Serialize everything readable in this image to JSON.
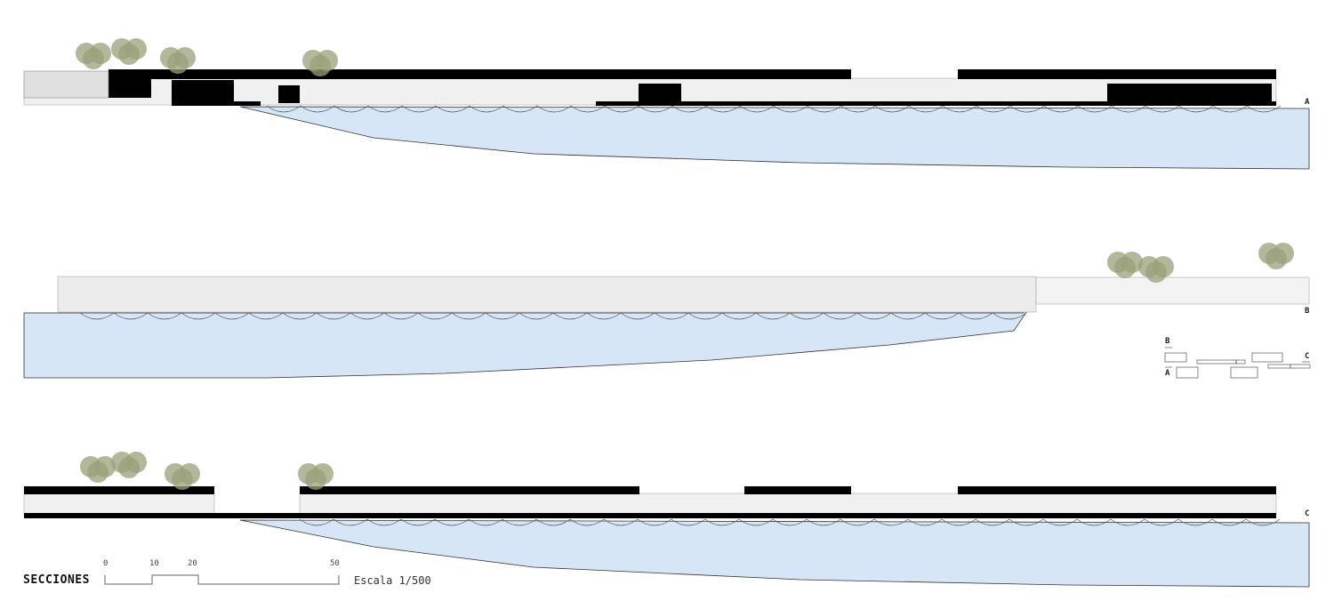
{
  "title": "SECCIONES",
  "scale_bar": {
    "ticks": [
      "0",
      "10",
      "20",
      "50"
    ],
    "label": "Escala 1/500"
  },
  "section_labels": {
    "a": "A",
    "b": "B",
    "c": "C"
  },
  "key_plan": {
    "labels": [
      "B",
      "A",
      "C"
    ]
  },
  "colors": {
    "water": "#d6e6f7",
    "roof": "#000000",
    "tree": "#9aa07a",
    "facade": "#e8e8e8"
  }
}
